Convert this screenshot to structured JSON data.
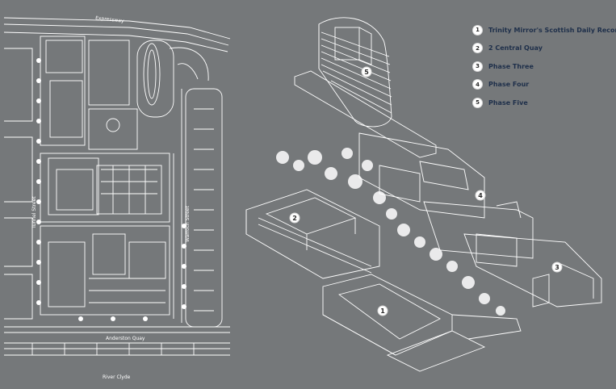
{
  "site_plan": {
    "labels": {
      "expressway": "Expressway",
      "tunnel_street": "Tunnel Street",
      "warroch_street": "Warroch Street",
      "anderston_quay": "Anderston Quay",
      "river_clyde": "River Clyde"
    }
  },
  "axonometric": {
    "buildings": [
      {
        "num": "5"
      },
      {
        "num": "2"
      },
      {
        "num": "4"
      },
      {
        "num": "3"
      },
      {
        "num": "1"
      }
    ]
  },
  "legend": {
    "items": [
      {
        "num": "1",
        "label": "Trinity Mirror's Scottish Daily Record HQ"
      },
      {
        "num": "2",
        "label": "2 Central Quay"
      },
      {
        "num": "3",
        "label": "Phase Three"
      },
      {
        "num": "4",
        "label": "Phase Four"
      },
      {
        "num": "5",
        "label": "Phase Five"
      }
    ]
  },
  "colors": {
    "background": "#75787a",
    "linework": "#ffffff",
    "legend_text": "#1e2f4a"
  }
}
